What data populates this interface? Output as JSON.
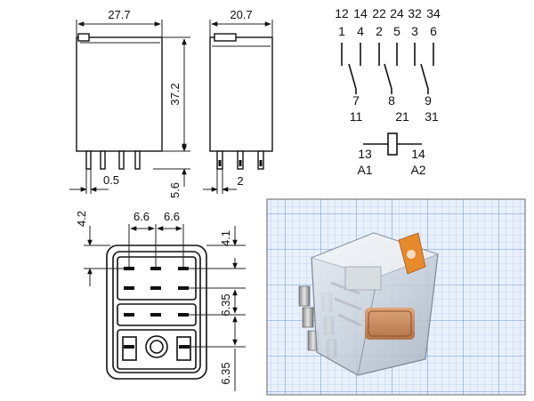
{
  "dimensions": {
    "width_front": "27.7",
    "width_side": "20.7",
    "height": "37.2",
    "pin_offset": "0.5",
    "pin_length": "5.6",
    "pin_spacing_side": "2",
    "base_top_offset": "4.2",
    "pitch_x_1": "6.6",
    "pitch_x_2": "6.6",
    "right_top": "4.1",
    "pitch_y_1": "6.35",
    "pitch_y_2": "6.35"
  },
  "schematic": {
    "top_row": [
      "12",
      "14",
      "22",
      "24",
      "32",
      "34"
    ],
    "second_row": [
      "1",
      "4",
      "2",
      "5",
      "3",
      "6"
    ],
    "common_row": [
      "7",
      "8",
      "9"
    ],
    "common_alt_row": [
      "11",
      "21",
      "31"
    ],
    "coil_left_top": "13",
    "coil_left_bottom": "A1",
    "coil_right_top": "14",
    "coil_right_bottom": "A2"
  },
  "photo": {
    "grid_color": "#6f9bd6",
    "background_color": "#e8f0fb"
  }
}
